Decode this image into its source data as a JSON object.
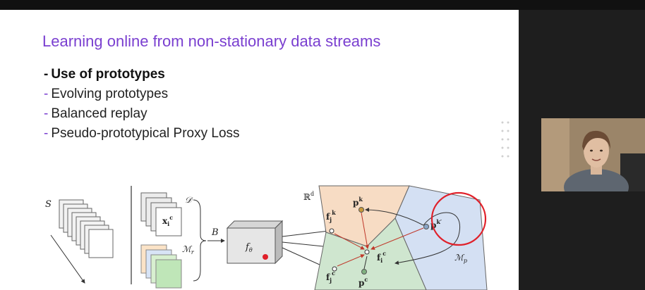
{
  "slide": {
    "title": "Learning online from non-stationary data streams",
    "bullets": [
      {
        "dash": "-",
        "text": "Use of prototypes",
        "bold": true
      },
      {
        "dash": "-",
        "text": "Evolving prototypes",
        "bold": false
      },
      {
        "dash": "-",
        "text": "Balanced replay",
        "bold": false
      },
      {
        "dash": "-",
        "text": "Pseudo-prototypical Proxy Loss",
        "bold": false
      }
    ]
  },
  "diagram": {
    "labels": {
      "stream": "S",
      "memory_d": "𝒟",
      "sample": "x",
      "sample_sub": "i",
      "sample_sup": "c",
      "memory_m": "ℳ",
      "memory_m_sub": "r",
      "batch": "B",
      "network": "f",
      "network_sub": "θ",
      "space": "ℝ",
      "space_sup": "d",
      "proto_k": "p",
      "proto_k_sup": "k",
      "proto_kp": "p",
      "proto_kp_sup": "k′",
      "proto_c": "p",
      "proto_c_sup": "c",
      "feat_jk": "f",
      "feat_jk_sub": "j",
      "feat_jk_sup": "k",
      "feat_ic": "f",
      "feat_ic_sub": "i",
      "feat_ic_sup": "c",
      "feat_jc": "f",
      "feat_jc_sub": "j",
      "feat_jc_sup": "c",
      "memory_p": "ℳ",
      "memory_p_sub": "p"
    },
    "colors": {
      "region_k": "#f7dcc4",
      "region_right": "#d4e0f3",
      "region_c": "#cfe6cf",
      "highlight": "#e0202a",
      "title": "#7a3fd0"
    }
  },
  "video": {
    "participant_icon": "person-icon"
  }
}
